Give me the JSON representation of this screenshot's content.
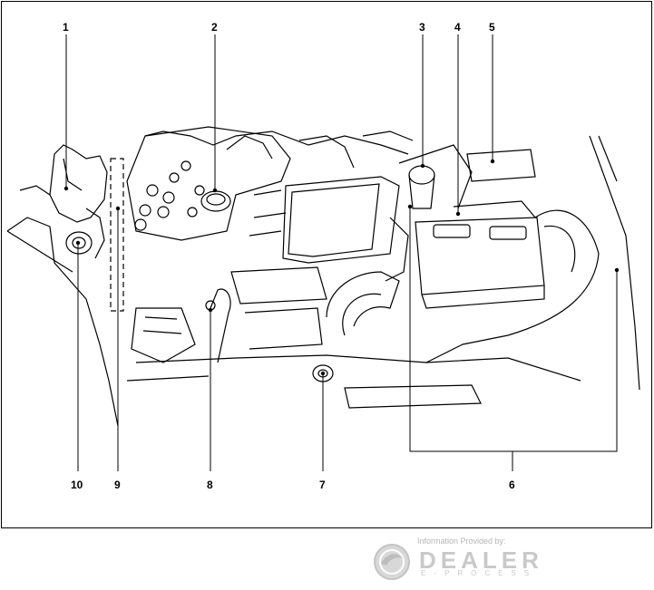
{
  "diagram": {
    "callouts": [
      {
        "id": "1",
        "label": "1"
      },
      {
        "id": "2",
        "label": "2"
      },
      {
        "id": "3",
        "label": "3"
      },
      {
        "id": "4",
        "label": "4"
      },
      {
        "id": "5",
        "label": "5"
      },
      {
        "id": "6",
        "label": "6"
      },
      {
        "id": "7",
        "label": "7"
      },
      {
        "id": "8",
        "label": "8"
      },
      {
        "id": "9",
        "label": "9"
      },
      {
        "id": "10",
        "label": "10"
      }
    ]
  },
  "watermark": {
    "caption": "Information Provided by:",
    "brand": "DEALER",
    "subbrand": "E-PROCESS"
  }
}
